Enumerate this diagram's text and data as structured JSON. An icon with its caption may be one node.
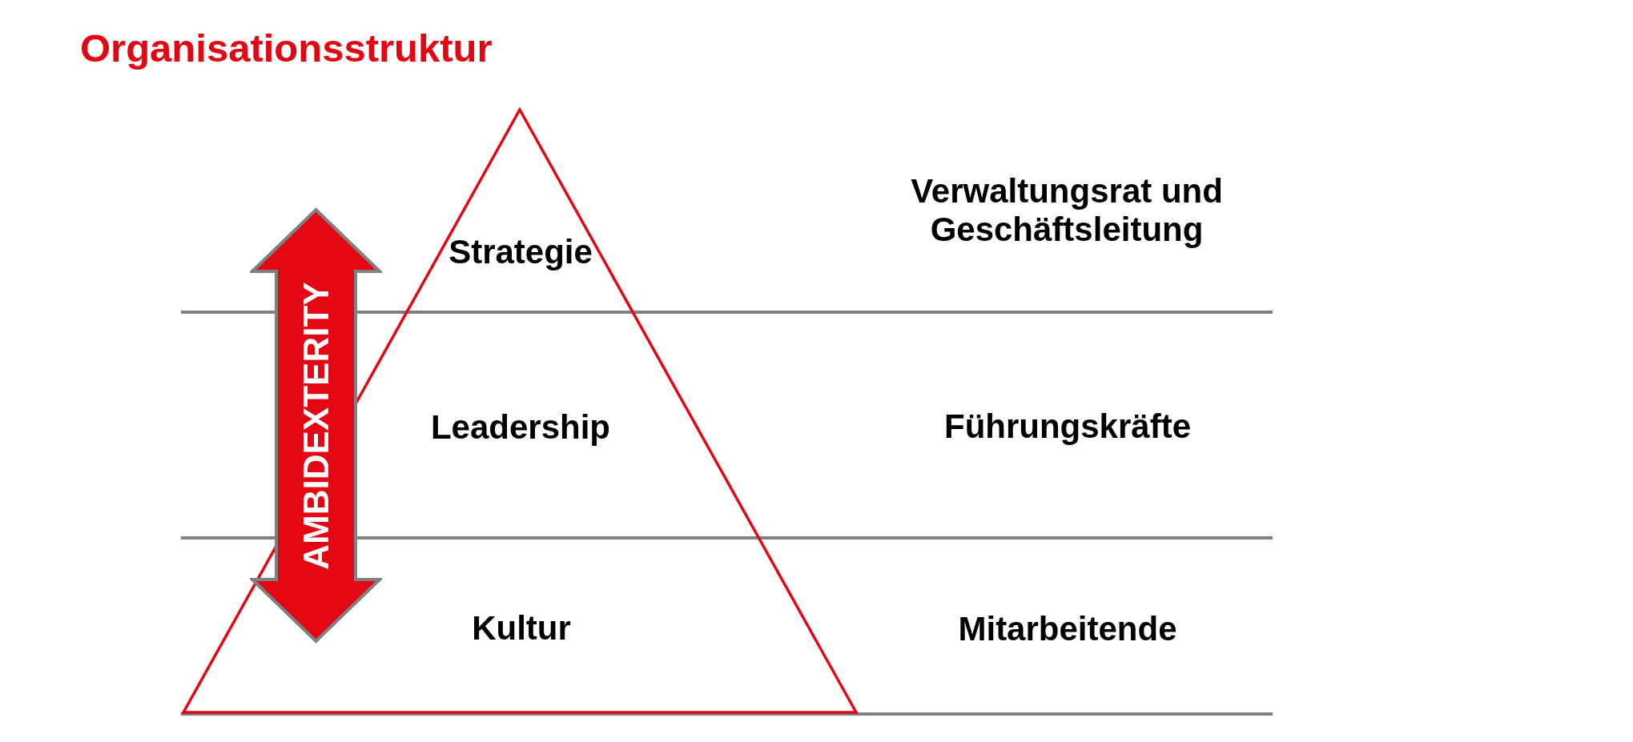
{
  "diagram": {
    "title": "Organisationsstruktur",
    "nodes": [
      {
        "text": [
          "Strategie",
          "Leadership",
          "Kultur"
        ]
      },
      {
        "text": [
          "AMBIDEXTERITY"
        ]
      }
    ],
    "edges": [],
    "labels": [
      "Verwaltungsrat und Geschäftsleitung",
      "Führungskräfte",
      "Mitarbeitende"
    ]
  }
}
